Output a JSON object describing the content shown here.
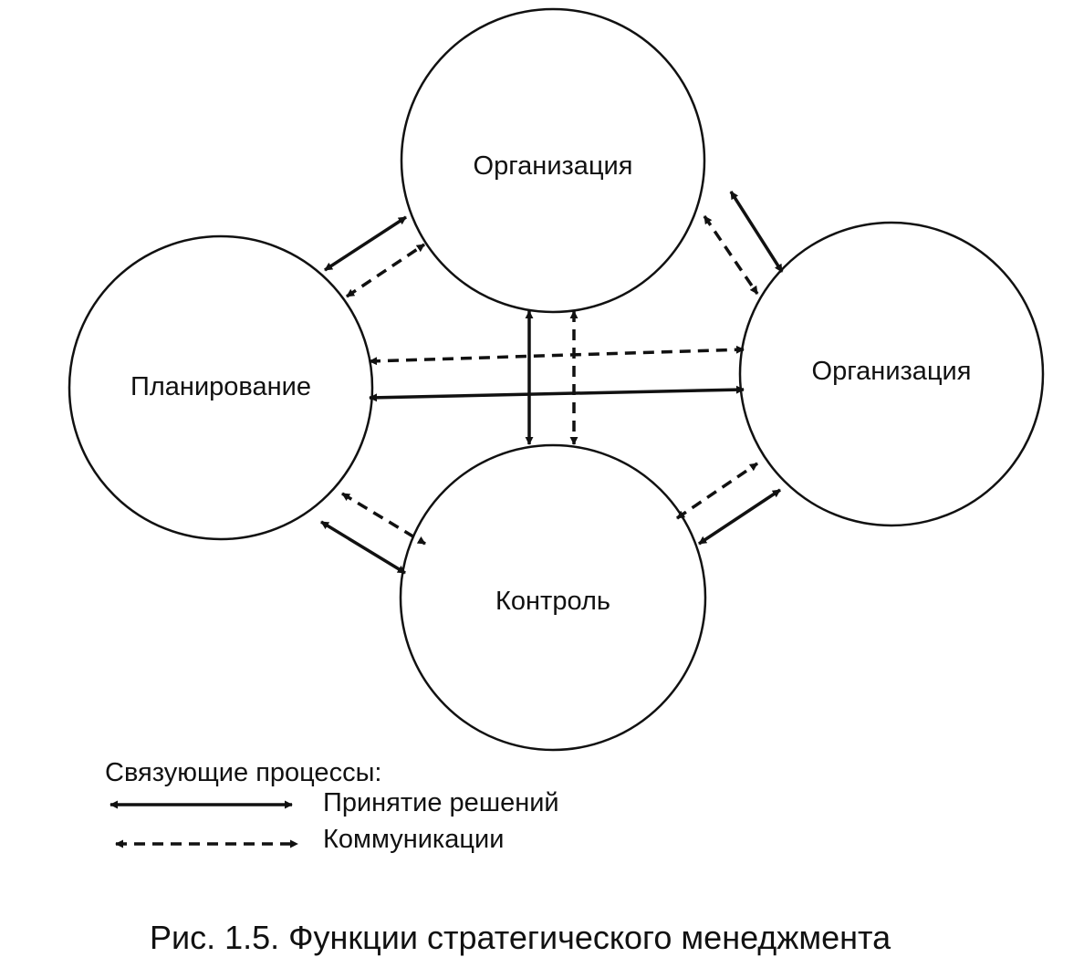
{
  "nodes": {
    "top": "Организация",
    "left": "Планирование",
    "right": "Организация",
    "bottom": "Контроль"
  },
  "legend": {
    "title": "Связующие процессы:",
    "solid_label": "Принятие решений",
    "dashed_label": "Коммуникации"
  },
  "caption": "Рис. 1.5. Функции стратегического менеджмента",
  "colors": {
    "line": "#111111",
    "background": "#ffffff"
  }
}
